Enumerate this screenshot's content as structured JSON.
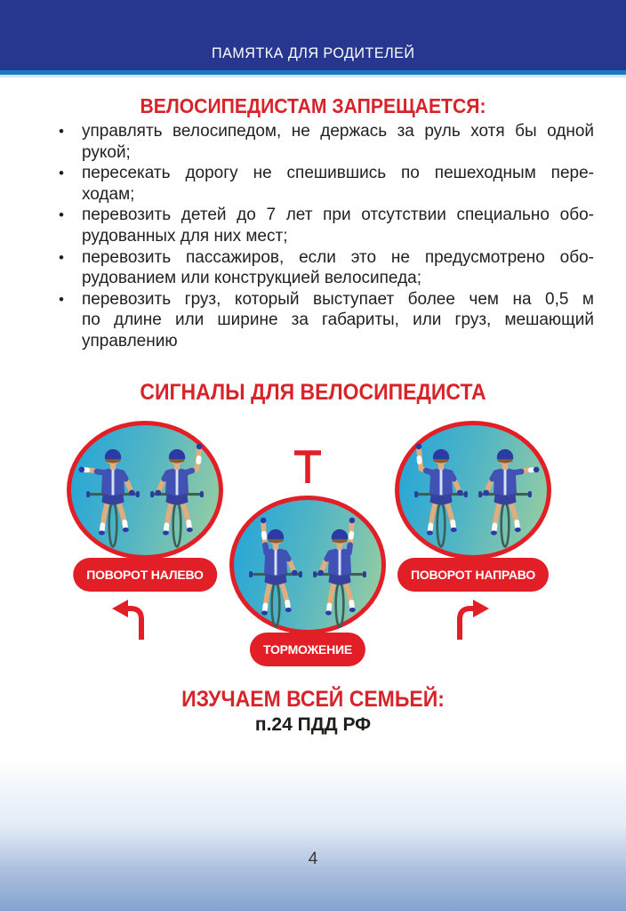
{
  "header": {
    "title": "ПАМЯТКА ДЛЯ РОДИТЕЛЕЙ"
  },
  "prohibitions": {
    "heading": "ВЕЛОСИПЕДИСТАМ ЗАПРЕЩАЕТСЯ:",
    "bullet_char": "•",
    "items": [
      {
        "lines": [
          "управлять велосипедом, не держась за руль хотя бы одной",
          "рукой;"
        ]
      },
      {
        "lines": [
          "пересекать дорогу не спешившись по пешеходным пере-",
          "ходам;"
        ]
      },
      {
        "lines": [
          "перевозить детей до 7 лет при отсутствии специально обо-",
          "рудованных для них мест;"
        ]
      },
      {
        "lines": [
          "перевозить пассажиров, если это не предусмотрено обо-",
          "рудованием или конструкцией велосипеда;"
        ]
      },
      {
        "lines": [
          "перевозить груз, который выступает более чем на 0,5 м",
          "по длине или ширине за габариты, или груз, мешающий",
          "управлению"
        ]
      }
    ]
  },
  "signals": {
    "heading": "СИГНАЛЫ ДЛЯ ВЕЛОСИПЕДИСТА",
    "items": [
      {
        "label": "ПОВОРОТ НАЛЕВО",
        "icon": "left-turn-arrow-icon",
        "riders": [
          {
            "left_arm": "out",
            "right_arm": "down"
          },
          {
            "left_arm": "down",
            "right_arm": "bent"
          }
        ]
      },
      {
        "label": "ТОРМОЖЕНИЕ",
        "icon": "brake-t-icon",
        "riders": [
          {
            "left_arm": "up",
            "right_arm": "down"
          },
          {
            "left_arm": "down",
            "right_arm": "up"
          }
        ]
      },
      {
        "label": "ПОВОРОТ НАПРАВО",
        "icon": "right-turn-arrow-icon",
        "riders": [
          {
            "left_arm": "bent",
            "right_arm": "down"
          },
          {
            "left_arm": "down",
            "right_arm": "out"
          }
        ]
      }
    ]
  },
  "study": {
    "heading": "ИЗУЧАЕМ ВСЕЙ СЕМЬЕЙ:",
    "reference": "п.24 ПДД РФ"
  },
  "page_number": "4",
  "colors": {
    "header_bar": "#27378f",
    "header_accent": "#1a79c4",
    "heading_red": "#d7242b",
    "signal_red": "#e21f26",
    "circle_gradient_start": "#2aa7d6",
    "circle_gradient_end": "#9ccf9f",
    "footer_gradient_end": "#84a3cf"
  }
}
